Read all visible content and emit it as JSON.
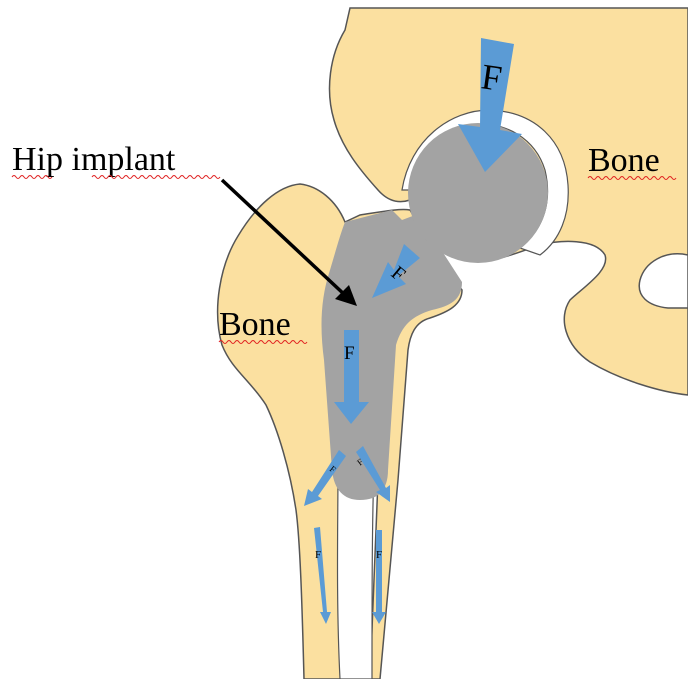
{
  "labels": {
    "hip_implant": "Hip implant",
    "bone_left": "Bone",
    "bone_right": "Bone"
  },
  "force_symbol": "F",
  "colors": {
    "bone": "#FBE0A0",
    "bone_outline": "#555555",
    "implant": "#A3A3A3",
    "force_arrow": "#5B9BD5",
    "pointer_arrow": "#000000",
    "spellcheck_underline": "#E02020"
  },
  "icons": {
    "force_arrow": "arrow-icon",
    "pointer": "arrow-icon"
  }
}
